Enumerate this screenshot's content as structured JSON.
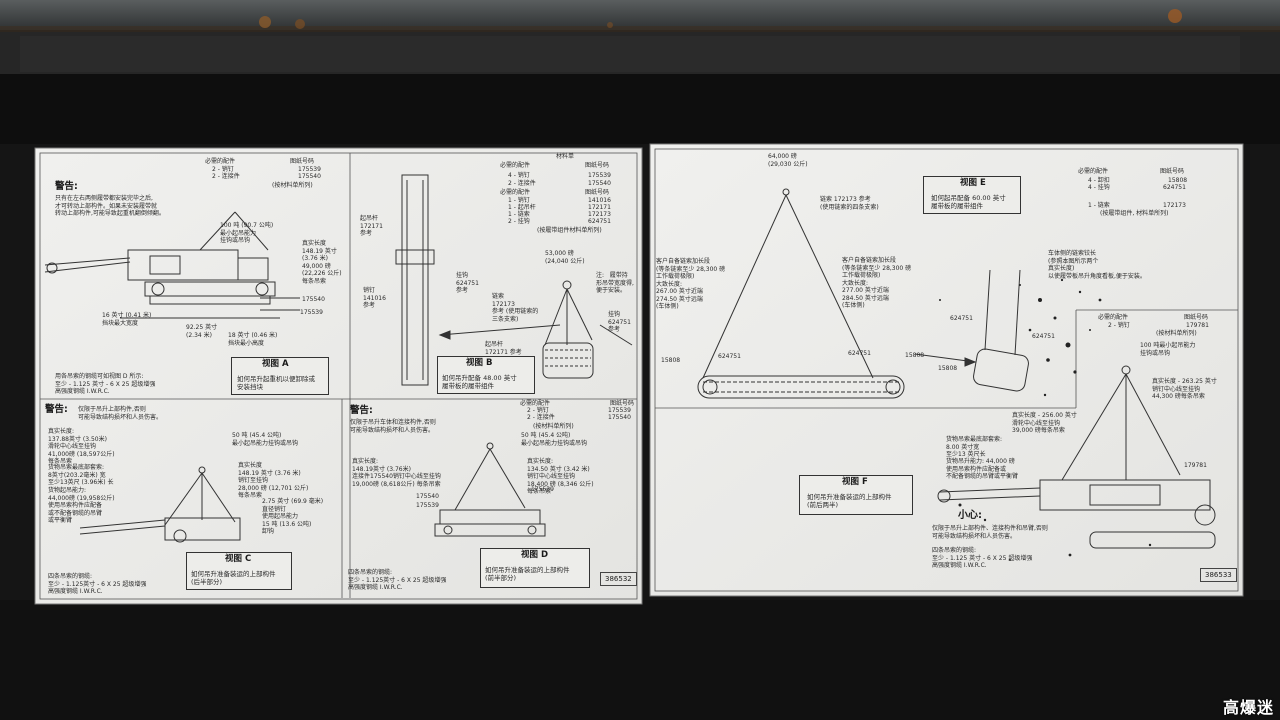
{
  "left_plate": {
    "doc_number": "386532",
    "panel_a": {
      "table_h1": "必需的配件",
      "table_h2": "图纸号码",
      "table_rows": [
        "2 - 销钉",
        "2 - 连接件"
      ],
      "table_nums": [
        "175539",
        "175540"
      ],
      "table_note": "(按材料单所列)",
      "warning_title": "警告:",
      "warning_text": "只有在左右两侧履带都安装完毕之后,\n才可转动上部构件。如果未安装履带就\n转动上部构件,可能导致起重机翻倒倾翻。",
      "callout_cap": "100 吨 (90.7 公吨)\n最小起吊能力\n挂钩或吊钩",
      "callout_len": "真实长度\n148.19 英寸\n(3.76 米)\n49,000 磅\n(22,226 公斤)\n每条吊索",
      "part1": "175540",
      "part2": "175539",
      "dim1": "16 英寸 (0.41 米)\n挡块最大宽度",
      "dim2": "92.25 英寸\n(2.34 米)",
      "dim3": "18 英寸 (0.46 米)\n挡块最小高度",
      "sling_note": "用各吊索的钢缆可如视图 D 所示:\n至少 - 1.125 英寸 - 6 X 25 超级增强\n高强度钢缆 I.W.R.C.",
      "view_title": "视图 A",
      "view_sub": "如何吊升起重机以便卸除或\n安装挡块"
    },
    "panel_b": {
      "table_h0": "材料单",
      "table_h1": "必需的配件",
      "table_h2": "图纸号码",
      "table_rows": [
        "4 - 销钉",
        "2 - 连接件"
      ],
      "table_nums": [
        "175539",
        "175540"
      ],
      "table_h1b": "必需的配件",
      "table_h2b": "图纸号码",
      "table_rows_b": [
        "1 - 销钉",
        "1 - 起吊杆",
        "1 - 链索",
        "2 - 挂钩"
      ],
      "table_nums_b": [
        "141016",
        "172171",
        "172173",
        "624751"
      ],
      "table_note": "(按履带组件材料单所列)",
      "l_lift_bar": "起吊杆\n172171\n参考",
      "l_pin": "销钉\n141016\n参考",
      "l_hook": "挂钩\n624751\n参考",
      "l_weight": "53,000 磅\n(24,040 公斤)",
      "l_chain": "链索\n172173\n参考 (使用链索的\n三条支索)",
      "l_note": "注:   履带持\n形吊带宽度得,\n便于安装。",
      "l_hook2": "挂钩\n624751\n参考",
      "l_bar2": "起吊杆\n172171 参考",
      "view_title": "视图 B",
      "view_sub": "如何吊升配备 48.00 英寸\n履带板的履带组件"
    },
    "panel_c": {
      "warning_title": "警告:",
      "warning_text": "仅限于吊升上部构件,否则\n可能导致结构损坏和人员伤害。",
      "l_len": "真实长度:\n137.88英寸 (3.50米)\n滑轮中心线至挂钩\n41,000磅 (18,597公斤)\n每条吊索",
      "l_cap": "50 吨 (45.4 公吨)\n最小起吊能力挂钩或吊钩",
      "l_spread": "货物吊索最底部套索:\n8英寸(203.2毫米) 宽\n至少13英尺 (3.96米) 长",
      "l_load": "货物起吊能力:\n44,000磅 (19,958公斤)\n使用吊索构件应配备\n或不配备钢缆的吊臂\n或平衡臂",
      "l_len2": "真实长度\n148.19 英寸 (3.76 米)\n销钉至挂钩\n28,000 磅 (12,701 公斤)\n每条吊索",
      "l_bar": "2.75 英寸 (69.9 毫米)\n直径销钉\n使用起吊能力\n15 吨 (13.6 公吨)\n卸钩",
      "sling_note": "四条吊索的钢缆:\n至少 - 1.125英寸 - 6 X 25 超级增强\n高强度钢缆 I.W.R.C.",
      "view_title": "视图 C",
      "view_sub": "如何吊升准备装运的上部构件\n(后半部分)"
    },
    "panel_d": {
      "warning_title": "警告:",
      "warning_text": "仅限于吊升车体和连接构件,否则\n可能导致结构损坏和人员伤害。",
      "table_h1": "必需的配件",
      "table_h2": "图纸号码",
      "table_rows": [
        "2 - 销钉",
        "2 - 连接件"
      ],
      "table_nums": [
        "175539",
        "175540"
      ],
      "table_note": "(按材料单所列)",
      "l_cap": "50 吨 (45.4 公吨)\n最小起吊能力挂钩或吊钩",
      "l_len": "真实长度:\n148.19英寸 (3.76米)\n连接件175540销钉中心线至挂钩\n19,000磅 (8,618公斤) 每条吊索",
      "l_len2": "真实长度:\n134.50 英寸 (3.42 米)\n销钉中心线至挂钩\n18,400 磅 (8,346 公斤)\n每条吊索",
      "part1": "175540",
      "part2": "175539",
      "part3": "175539",
      "sling_note": "四条吊索的钢缆:\n至少 - 1.125英寸 - 6 X 25 超级增强\n高强度钢缆 I.W.R.C.",
      "view_title": "视图 D",
      "view_sub": "如何吊升准备装运的上部构件\n(前半部分)"
    }
  },
  "right_plate": {
    "doc_number": "386533",
    "panel_e": {
      "l_weight": "64,000 磅\n(29,030 公斤)",
      "l_chain": "链索 172173 参考\n(使用链索的四条支索)",
      "l_left": "客户自备链索加长段\n(等条链索至少 28,300 磅\n工作载荷极限)\n大致长度:\n267.00 英寸近端\n274.50 英寸远端\n(车体侧)",
      "l_mid": "客户自备链索加长段\n(等条链索至少 28,300 磅\n工作载荷极限)\n大致长度:\n277.00 英寸近端\n284.50 英寸远端\n(车体侧)",
      "p_624751a": "624751",
      "p_624751b": "624751",
      "p_15808a": "15808",
      "p_15808b": "15808",
      "p_15808c": "15808",
      "p_624751c": "624751",
      "p_624751d": "624751",
      "l_note": "车体侧的链索铰长\n(参照本图所示两个\n真实长度)\n以使履带板吊升角度看板,便于安装。",
      "table_h1": "必需的配件",
      "table_h2": "图纸号码",
      "table_rows": [
        "4 - 卸扣",
        "4 - 挂钩"
      ],
      "table_nums": [
        "15808",
        "624751"
      ],
      "table_row2": "1 - 链索",
      "table_num2": "172173",
      "table_note": "(按履带组件, 材料单所列)",
      "view_title": "视图 E",
      "view_sub": "如何起吊配备 60.00 英寸\n履带板的履带组件"
    },
    "panel_f": {
      "table_h1": "必需的配件",
      "table_h2": "图纸号码",
      "table_rows": [
        "2 - 销钉"
      ],
      "table_nums": [
        "179781"
      ],
      "table_note": "(按材料单所列)",
      "l_cap": "100 吨最小起吊能力\n挂钩或吊钩",
      "l_len": "真实长度 - 263.25 英寸\n销钉中心线至挂钩\n44,300 磅每条吊索",
      "l_len2": "真实长度 - 256.00 英寸\n滑轮中心线至挂钩\n39,000 磅每条吊索",
      "l_spread": "货物吊索最底部套索:\n8.00 英寸宽\n至少13 英尺长",
      "l_load": "货物吊升能力: 44,000 磅\n使用吊索构件应配备或\n不配备钢缆的吊臂或平衡臂",
      "p_179781": "179781",
      "caution_title": "小心:",
      "caution_text": "仅限于吊升上部构件、连接构件和吊臂,否则\n可能导致结构损坏和人员伤害。",
      "sling_note": "四条吊索的钢缆:\n至少 - 1.125 英寸 - 6 X 25 超级增强\n高强度钢缆 I.W.R.C.",
      "view_title": "视图 F",
      "view_sub": "如何吊升准备装运的上部构件\n(前后两半)"
    }
  },
  "watermark": "高爆迷"
}
